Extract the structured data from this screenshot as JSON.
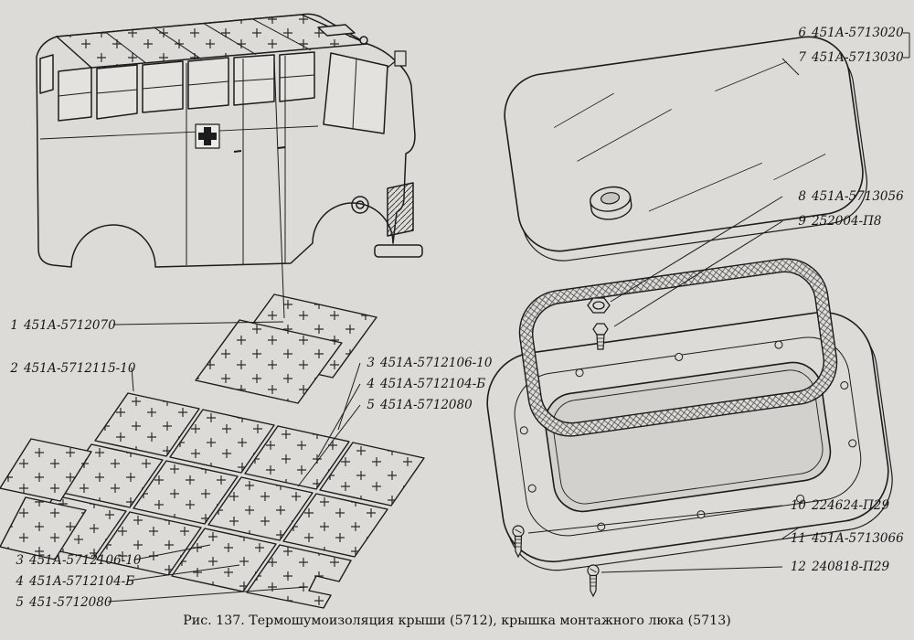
{
  "figure": {
    "caption": "Рис. 137. Термошумоизоляция крыши (5712), крышка монтажного люка (5713)"
  },
  "colors": {
    "paper": "#dcdbd7",
    "ink": "#1c1c1c"
  },
  "callouts": {
    "insulation_top": [
      {
        "num": "1",
        "code": "451А-5712070"
      },
      {
        "num": "2",
        "code": "451А-5712115-10"
      }
    ],
    "insulation_right": [
      {
        "num": "3",
        "code": "451А-5712106-10"
      },
      {
        "num": "4",
        "code": "451А-5712104-Б"
      },
      {
        "num": "5",
        "code": "451А-5712080"
      }
    ],
    "insulation_bottom": [
      {
        "num": "3",
        "code": "451А-5712106-10"
      },
      {
        "num": "4",
        "code": "451А-5712104-Б"
      },
      {
        "num": "5",
        "code": "451-5712080"
      }
    ],
    "hatch": [
      {
        "num": "6",
        "code": "451А-5713020"
      },
      {
        "num": "7",
        "code": "451А-5713030"
      },
      {
        "num": "8",
        "code": "451А-5713056"
      },
      {
        "num": "9",
        "code": "252004-П8"
      },
      {
        "num": "10",
        "code": "224624-П29"
      },
      {
        "num": "11",
        "code": "451А-5713066"
      },
      {
        "num": "12",
        "code": "240818-П29"
      }
    ]
  }
}
